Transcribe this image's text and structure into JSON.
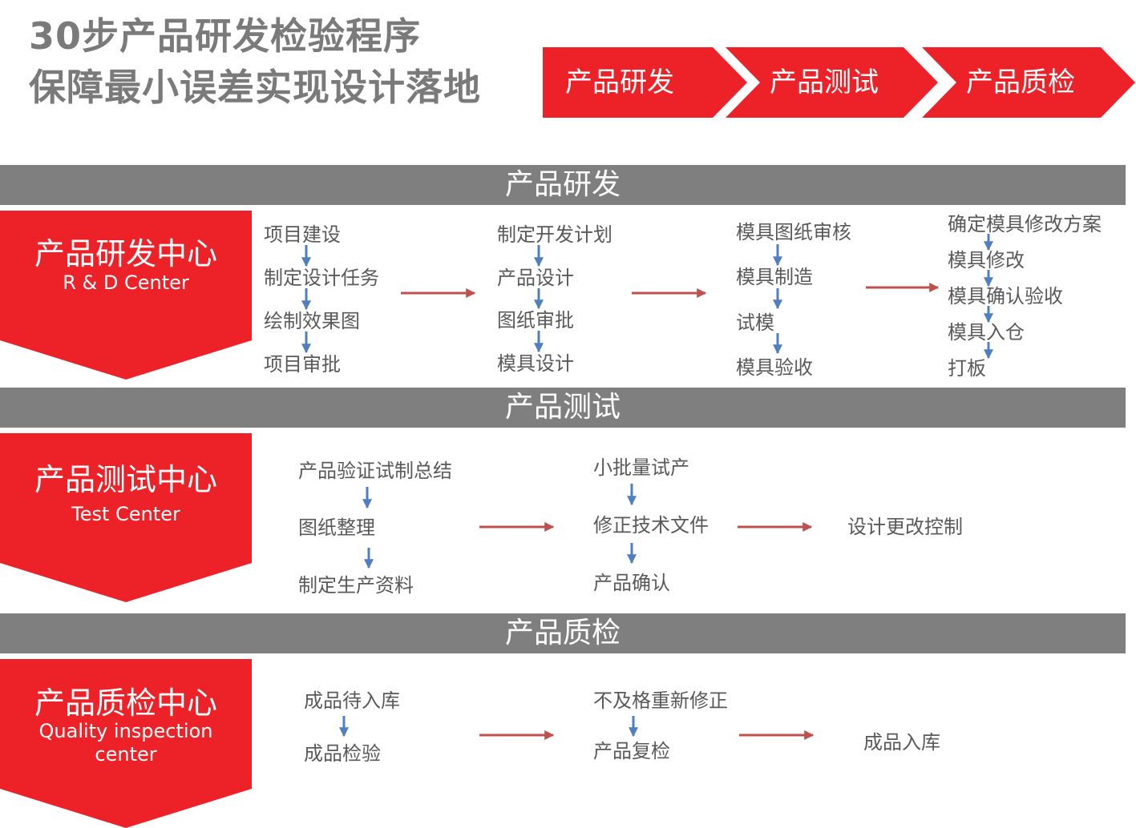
{
  "title": {
    "line1": "30步产品研发检验程序",
    "line2": "保障最小误差实现设计落地"
  },
  "flow": [
    "产品研发",
    "产品测试",
    "产品质检"
  ],
  "colors": {
    "accent_red": "#ed2228",
    "bar_gray": "#7f7f7f",
    "text_gray": "#595959",
    "down_arrow": "#4f7fc0",
    "right_arrow": "#c0504d"
  },
  "sections": [
    {
      "title": "产品研发",
      "center_zh": "产品研发中心",
      "center_en": "R & D Center",
      "groups": [
        [
          "项目建设",
          "制定设计任务",
          "绘制效果图",
          "项目审批"
        ],
        [
          "制定开发计划",
          "产品设计",
          "图纸审批",
          "模具设计"
        ],
        [
          "模具图纸审核",
          "模具制造",
          "试模",
          "模具验收"
        ],
        [
          "确定模具修改方案",
          "模具修改",
          "模具确认验收",
          "模具入仓",
          "打板"
        ]
      ]
    },
    {
      "title": "产品测试",
      "center_zh": "产品测试中心",
      "center_en": "Test Center",
      "groups": [
        [
          "产品验证试制总结",
          "图纸整理",
          "制定生产资料"
        ],
        [
          "小批量试产",
          "修正技术文件",
          "产品确认"
        ],
        [
          "设计更改控制"
        ]
      ]
    },
    {
      "title": "产品质检",
      "center_zh": "产品质检中心",
      "center_en": "Quality inspection center",
      "groups": [
        [
          "成品待入库",
          "成品检验"
        ],
        [
          "不及格重新修正",
          "产品复检"
        ],
        [
          "成品入库"
        ]
      ]
    }
  ]
}
